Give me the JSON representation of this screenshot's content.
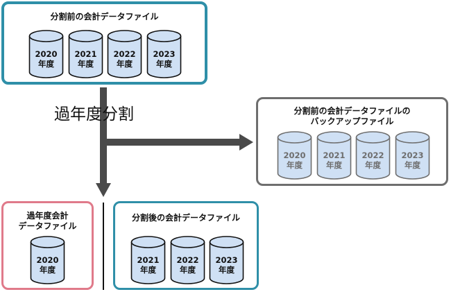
{
  "colors": {
    "teal": "#2f8fa8",
    "gray": "#6e6e6e",
    "pink": "#e07a8a",
    "cyl_fill": "#cfe0f4",
    "cyl_stroke": "#111111",
    "cyl_text_dark": "#111111",
    "cyl_text_gray": "#6e6e6e",
    "arrow": "#4a4a4a"
  },
  "source_box": {
    "title": "分割前の会計データファイル",
    "cylinders": [
      {
        "year": "2020",
        "unit": "年度"
      },
      {
        "year": "2021",
        "unit": "年度"
      },
      {
        "year": "2022",
        "unit": "年度"
      },
      {
        "year": "2023",
        "unit": "年度"
      }
    ]
  },
  "process_label": "過年度分割",
  "backup_box": {
    "title_line1": "分割前の会計データファイルの",
    "title_line2": "バックアップファイル",
    "cylinders": [
      {
        "year": "2020",
        "unit": "年度"
      },
      {
        "year": "2021",
        "unit": "年度"
      },
      {
        "year": "2022",
        "unit": "年度"
      },
      {
        "year": "2023",
        "unit": "年度"
      }
    ]
  },
  "past_box": {
    "title_line1": "過年度会計",
    "title_line2": "データファイル",
    "cylinders": [
      {
        "year": "2020",
        "unit": "年度"
      }
    ]
  },
  "after_box": {
    "title": "分割後の会計データファイル",
    "cylinders": [
      {
        "year": "2021",
        "unit": "年度"
      },
      {
        "year": "2022",
        "unit": "年度"
      },
      {
        "year": "2023",
        "unit": "年度"
      }
    ]
  }
}
